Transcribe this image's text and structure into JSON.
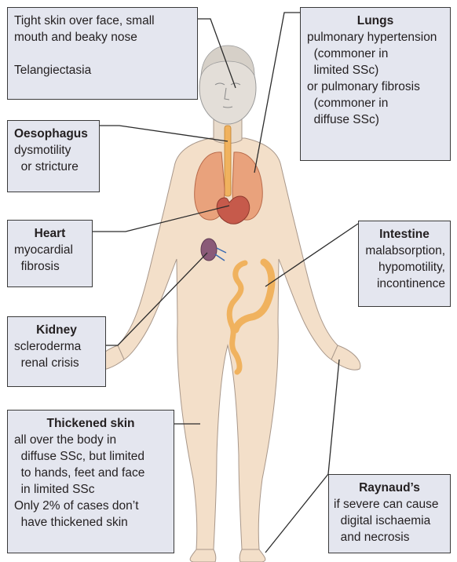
{
  "face": {
    "lines": [
      "Tight skin over face, small",
      "mouth and beaky nose",
      "",
      "Telangiectasia"
    ]
  },
  "lungs": {
    "title": "Lungs",
    "lines": [
      "pulmonary hypertension",
      "  (commoner in",
      "  limited SSc)",
      "or pulmonary fibrosis",
      "  (commoner in",
      "  diffuse SSc)"
    ]
  },
  "oesophagus": {
    "title": "Oesophagus",
    "lines": [
      "dysmotility",
      "  or stricture"
    ]
  },
  "heart": {
    "title": "Heart",
    "lines": [
      "myocardial",
      "  fibrosis"
    ]
  },
  "intestine": {
    "title": "Intestine",
    "lines": [
      "malabsorption,",
      "hypomotility,",
      "incontinence"
    ]
  },
  "kidney": {
    "title": "Kidney",
    "lines": [
      "scleroderma",
      "  renal crisis"
    ]
  },
  "skin": {
    "title": "Thickened skin",
    "lines": [
      "all over the body in",
      "  diffuse SSc, but limited",
      "  to hands, feet and face",
      "  in limited SSc",
      "Only 2% of cases don’t",
      "  have thickened skin"
    ]
  },
  "raynauds": {
    "title": "Raynaud’s",
    "lines": [
      "if severe can cause",
      "  digital ischaemia",
      "  and necrosis"
    ]
  },
  "colors": {
    "skin": "#f3dfc9",
    "skin_outline": "#a8978a",
    "head": "#e3ded8",
    "lung": "#e9a27c",
    "heart": "#c65a4b",
    "gut": "#f0b25e",
    "box_fill": "#e4e6ef"
  }
}
